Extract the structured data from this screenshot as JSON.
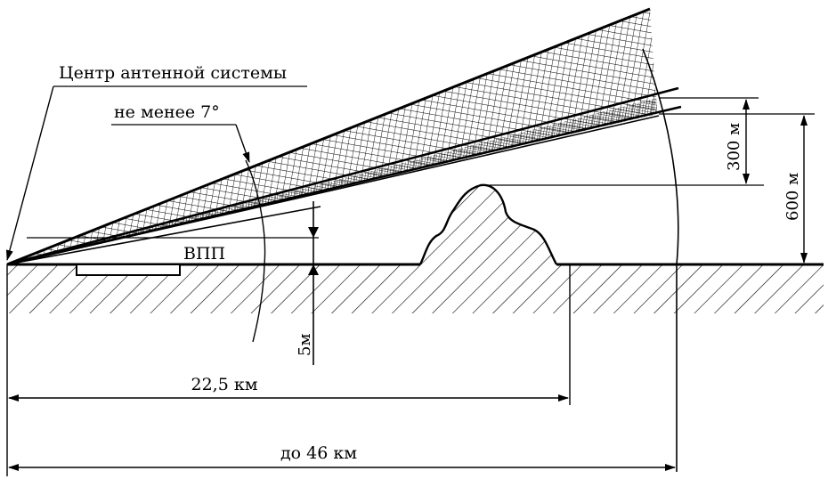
{
  "labels": {
    "antenna_center": "Центр антенной системы",
    "min_angle": "не менее 7°",
    "runway": "ВПП",
    "height_300": "300 м",
    "height_600": "600 м",
    "depth_5": "5м",
    "distance_22": "22,5 км",
    "distance_46": "до 46 км"
  },
  "colors": {
    "ink": "#000000",
    "paper": "#ffffff"
  }
}
